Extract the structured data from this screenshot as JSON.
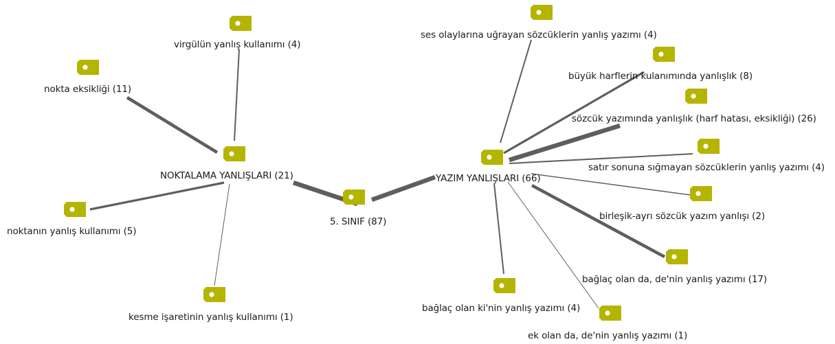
{
  "tag_icon": {
    "name": "code-tag-icon",
    "color": "#b5b400",
    "dot_color": "#ffffff"
  },
  "edge_color": "#5e5e5e",
  "nodes": [
    {
      "id": "root",
      "label": "5. SINIF (87)",
      "count": 87
    },
    {
      "id": "noktalama",
      "label": "NOKTALAMA YANLIŞLARI (21)",
      "count": 21
    },
    {
      "id": "yazim",
      "label": "YAZIM YANLIŞLARI (66)",
      "count": 66
    },
    {
      "id": "virgul",
      "label": "virgülün yanlış kullanımı (4)",
      "count": 4
    },
    {
      "id": "nokta-eksik",
      "label": "nokta eksikliği (11)",
      "count": 11
    },
    {
      "id": "nokta-yanlis",
      "label": "noktanın yanlış kullanımı (5)",
      "count": 5
    },
    {
      "id": "kesme",
      "label": "kesme işaretinin yanlış kullanımı (1)",
      "count": 1
    },
    {
      "id": "ses-olay",
      "label": "ses olaylarına uğrayan sözcüklerin yanlış yazımı (4)",
      "count": 4
    },
    {
      "id": "buyuk-harf",
      "label": "büyük harflerin kulanımında yanlışlık (8)",
      "count": 8
    },
    {
      "id": "sozcuk-yazim",
      "label": "sözcük yazımında yanlışlık (harf hatası, eksikliği) (26)",
      "count": 26
    },
    {
      "id": "satir-sonu",
      "label": "satır sonuna sığmayan sözcüklerin yanlış yazımı (4)",
      "count": 4
    },
    {
      "id": "birlesik",
      "label": "birleşik-ayrı sözcük yazım yanlışı (2)",
      "count": 2
    },
    {
      "id": "da-de-baglac",
      "label": "bağlaç olan da, de'nin yanlış yazımı (17)",
      "count": 17
    },
    {
      "id": "ki-baglac",
      "label": "bağlaç olan ki'nin yanlış yazımı (4)",
      "count": 4
    },
    {
      "id": "da-de-ek",
      "label": "ek olan da, de'nin yanlış yazımı (1)",
      "count": 1
    }
  ],
  "edges": [
    {
      "from": "root",
      "to": "noktalama",
      "weight": 21
    },
    {
      "from": "root",
      "to": "yazim",
      "weight": 66
    },
    {
      "from": "noktalama",
      "to": "virgul",
      "weight": 4
    },
    {
      "from": "noktalama",
      "to": "nokta-eksik",
      "weight": 11
    },
    {
      "from": "noktalama",
      "to": "nokta-yanlis",
      "weight": 5
    },
    {
      "from": "noktalama",
      "to": "kesme",
      "weight": 1
    },
    {
      "from": "yazim",
      "to": "ses-olay",
      "weight": 4
    },
    {
      "from": "yazim",
      "to": "buyuk-harf",
      "weight": 8
    },
    {
      "from": "yazim",
      "to": "sozcuk-yazim",
      "weight": 26
    },
    {
      "from": "yazim",
      "to": "satir-sonu",
      "weight": 4
    },
    {
      "from": "yazim",
      "to": "birlesik",
      "weight": 2
    },
    {
      "from": "yazim",
      "to": "da-de-baglac",
      "weight": 17
    },
    {
      "from": "yazim",
      "to": "ki-baglac",
      "weight": 4
    },
    {
      "from": "yazim",
      "to": "da-de-ek",
      "weight": 1
    }
  ]
}
